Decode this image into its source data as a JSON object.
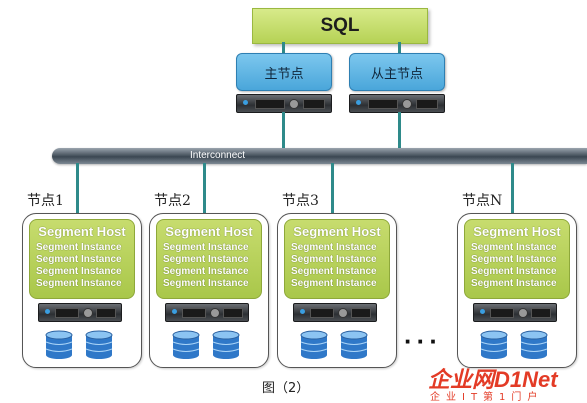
{
  "sql": {
    "label": "SQL"
  },
  "masters": [
    {
      "label": "主节点"
    },
    {
      "label": "从主节点"
    }
  ],
  "interconnect": {
    "label": "Interconnect"
  },
  "nodes": [
    {
      "label": "节点1",
      "host_title": "Segment Host",
      "instances": [
        "Segment Instance",
        "Segment Instance",
        "Segment Instance",
        "Segment Instance"
      ]
    },
    {
      "label": "节点2",
      "host_title": "Segment Host",
      "instances": [
        "Segment Instance",
        "Segment Instance",
        "Segment Instance",
        "Segment Instance"
      ]
    },
    {
      "label": "节点3",
      "host_title": "Segment Host",
      "instances": [
        "Segment Instance",
        "Segment Instance",
        "Segment Instance",
        "Segment Instance"
      ]
    },
    {
      "label": "节点N",
      "host_title": "Segment Host",
      "instances": [
        "Segment Instance",
        "Segment Instance",
        "Segment Instance",
        "Segment Instance"
      ]
    }
  ],
  "ellipsis": "···",
  "caption": "图（2）",
  "watermark": {
    "title": "企业网D1Net",
    "subtitle": "企业IT第1门户"
  },
  "colors": {
    "accent_green": "#b6d255",
    "master_blue": "#4aa6da",
    "link_teal": "#2e8a8a",
    "watermark_red": "#e33b26"
  }
}
